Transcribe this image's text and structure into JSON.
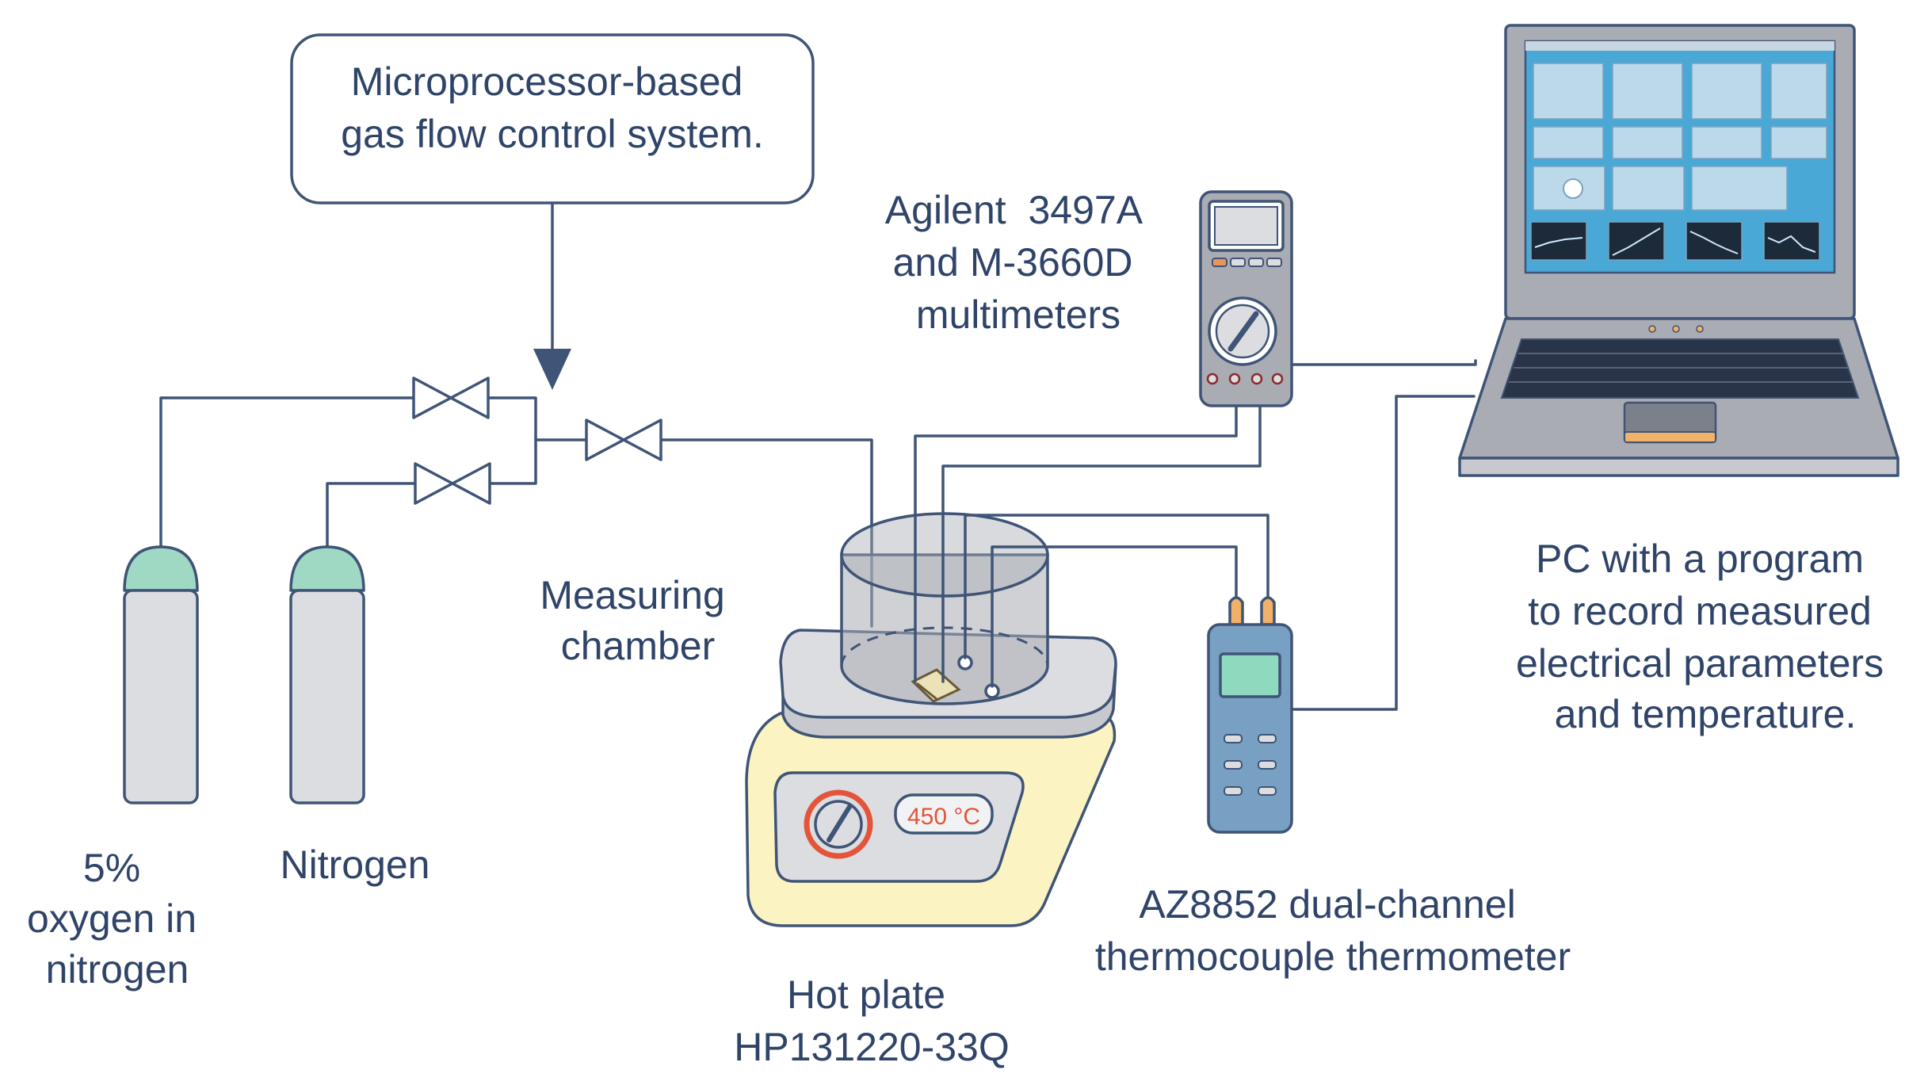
{
  "labels": {
    "gas_controller": [
      "Microprocessor-based",
      "gas flow control system."
    ],
    "oxygen_cylinder": [
      "5%",
      "oxygen in",
      "nitrogen"
    ],
    "nitrogen_cylinder": [
      "Nitrogen"
    ],
    "measuring_chamber": [
      "Measuring",
      "chamber"
    ],
    "multimeters": [
      "Agilent  3497A",
      "and M-3660D",
      "multimeters"
    ],
    "hot_plate": [
      "Hot plate",
      "HP131220-33Q"
    ],
    "thermometer": [
      "AZ8852 dual-channel",
      "thermocouple thermometer"
    ],
    "pc": [
      "PC with a program",
      "to record measured",
      "electrical parameters",
      "and temperature."
    ]
  },
  "hot_plate_display": "450 °C",
  "colors": {
    "line": "#3f5476",
    "text": "#2f4468",
    "cylinder_cap": "#9fd9c4",
    "cylinder_body": "#dcdde1",
    "hot_plate_base": "#fbf3c2",
    "hot_plate_display": "#e4543a",
    "screen": "#4aa8d6",
    "device_body": "#78a0c2"
  }
}
